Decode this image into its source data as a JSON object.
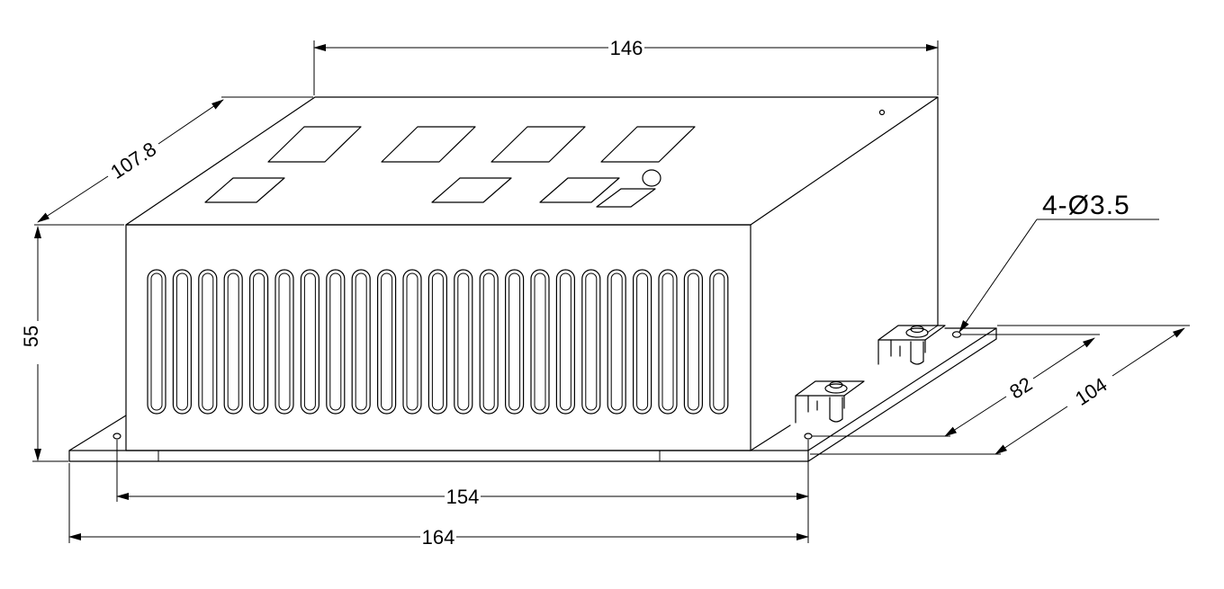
{
  "dimensions": {
    "top_length": "146",
    "depth": "107.8",
    "height": "55",
    "hole_spacing_length": "154",
    "base_length": "164",
    "hole_spacing_depth": "82",
    "base_depth": "104"
  },
  "callout": {
    "holes": "4-Ø3.5"
  },
  "colors": {
    "line": "#000000",
    "background": "#ffffff"
  }
}
